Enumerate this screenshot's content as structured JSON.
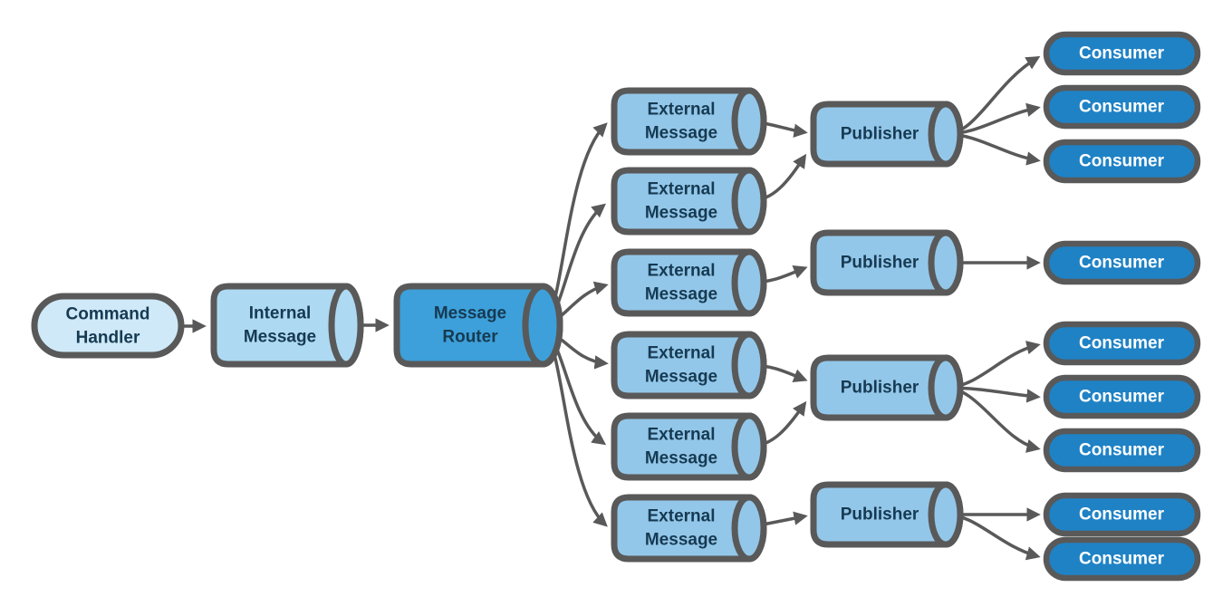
{
  "colors": {
    "background": "#ffffff",
    "border": "#595959",
    "connector": "#595959",
    "command_handler_fill": "#cfe9f8",
    "internal_message_fill": "#aed9f2",
    "message_fill": "#93c7e9",
    "router_fill": "#3da0da",
    "consumer_fill": "#1f82c5",
    "dark_text": "#163a52",
    "light_text": "#ffffff"
  },
  "nodes": {
    "command_handler": {
      "line1": "Command",
      "line2": "Handler"
    },
    "internal_message": {
      "line1": "Internal",
      "line2": "Message"
    },
    "message_router": {
      "line1": "Message",
      "line2": "Router"
    },
    "external_message": {
      "line1": "External",
      "line2": "Message",
      "count": 6
    },
    "publisher": {
      "label": "Publisher",
      "count": 4
    },
    "consumer": {
      "label": "Consumer",
      "count": 9
    }
  },
  "connections": [
    {
      "from": "command-handler",
      "to": "internal-message"
    },
    {
      "from": "internal-message",
      "to": "message-router"
    },
    {
      "from": "message-router",
      "to": "external-message-1"
    },
    {
      "from": "message-router",
      "to": "external-message-2"
    },
    {
      "from": "message-router",
      "to": "external-message-3"
    },
    {
      "from": "message-router",
      "to": "external-message-4"
    },
    {
      "from": "message-router",
      "to": "external-message-5"
    },
    {
      "from": "message-router",
      "to": "external-message-6"
    },
    {
      "from": "external-message-1",
      "to": "publisher-1"
    },
    {
      "from": "external-message-2",
      "to": "publisher-1"
    },
    {
      "from": "external-message-3",
      "to": "publisher-2"
    },
    {
      "from": "external-message-4",
      "to": "publisher-3"
    },
    {
      "from": "external-message-5",
      "to": "publisher-3"
    },
    {
      "from": "external-message-6",
      "to": "publisher-4"
    },
    {
      "from": "publisher-1",
      "to": "consumer-1"
    },
    {
      "from": "publisher-1",
      "to": "consumer-2"
    },
    {
      "from": "publisher-1",
      "to": "consumer-3"
    },
    {
      "from": "publisher-2",
      "to": "consumer-4"
    },
    {
      "from": "publisher-3",
      "to": "consumer-5"
    },
    {
      "from": "publisher-3",
      "to": "consumer-6"
    },
    {
      "from": "publisher-3",
      "to": "consumer-7"
    },
    {
      "from": "publisher-4",
      "to": "consumer-8"
    },
    {
      "from": "publisher-4",
      "to": "consumer-9"
    }
  ]
}
